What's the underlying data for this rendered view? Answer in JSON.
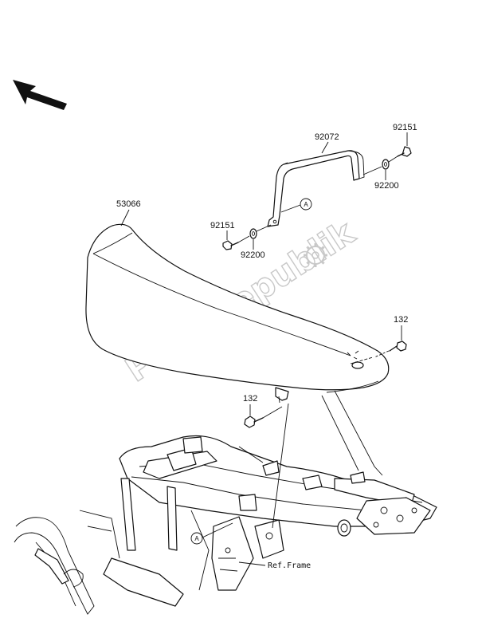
{
  "parts": {
    "seat": "53066",
    "bracket": "92072",
    "bolt_top_right": "92151",
    "washer_top_right": "92200",
    "bolt_left": "92151",
    "washer_left": "92200",
    "bolt_rear": "132",
    "bolt_front": "132"
  },
  "callouts": {
    "upper": "A",
    "lower": "A"
  },
  "reference": {
    "frame": "Ref.Frame"
  },
  "watermark": {
    "text": "PartsRepublik"
  },
  "icons": {
    "direction": "front-direction-arrow-icon",
    "gear": "gear-icon"
  }
}
